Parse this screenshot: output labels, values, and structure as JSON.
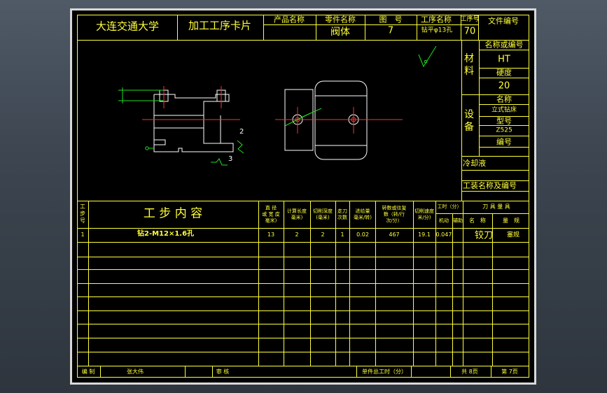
{
  "header": {
    "university": "大连交通大学",
    "card_title": "加工工序卡片",
    "product_name_label": "产品名称",
    "part_name_label": "零件名称",
    "part_name": "阀体",
    "drawing_no_label": "图　号",
    "drawing_no": "7",
    "process_name_label": "工序名称",
    "process_name": "钻平φ13孔",
    "process_no_label": "工序号",
    "process_no": "70",
    "file_no_label": "文件编号"
  },
  "side_panel": {
    "material_label": "材\n料",
    "name_or_code_label": "名称或编号",
    "material_name": "HT",
    "hardness_label": "硬度",
    "hardness": "20",
    "equipment_label": "设\n备",
    "equip_name_label": "名称",
    "equip_name": "立式钻床",
    "model_label": "型号",
    "model": "Z525",
    "equip_no_label": "编号",
    "coolant_label": "冷却液",
    "fixture_label": "工装名称及编号"
  },
  "drawing": {
    "dim_2": "2",
    "dim_3": "3"
  },
  "steps_table": {
    "headers": {
      "step_no": "工\n步\n号",
      "content": "工 步 内 容",
      "diameter": "直 径\n或 宽 度\n毫米)",
      "length": "计算长度\n毫米)",
      "depth": "切削深度\n(毫米)",
      "passes": "走刀\n次数",
      "feed": "进给量\n毫米/转)",
      "speed": "转数或往复\n数（转/行\n次/分）",
      "cut_speed": "切削速度\n米/分)",
      "time": "工时（分）",
      "machine_time": "机动",
      "aux_time": "辅助",
      "tools": "刀 具 量 具",
      "tool_name": "名　称",
      "gauge": "量　规"
    },
    "rows": [
      {
        "no": "1",
        "content": "钻2-M12×1.6孔",
        "diameter": "13",
        "length": "2",
        "depth": "2",
        "passes": "1",
        "feed": "0.02",
        "speed": "467",
        "cut_speed": "19.1",
        "machine_time": "0.047",
        "aux_time": "",
        "tool": "铰刀",
        "gauge": "塞规"
      }
    ]
  },
  "footer": {
    "compiled_label": "编 制",
    "compiler": "张大伟",
    "review_label": "审 核",
    "unit_time_label": "单件总工时（分）",
    "total_pages": "共 8页",
    "page_no": "第 7页"
  }
}
